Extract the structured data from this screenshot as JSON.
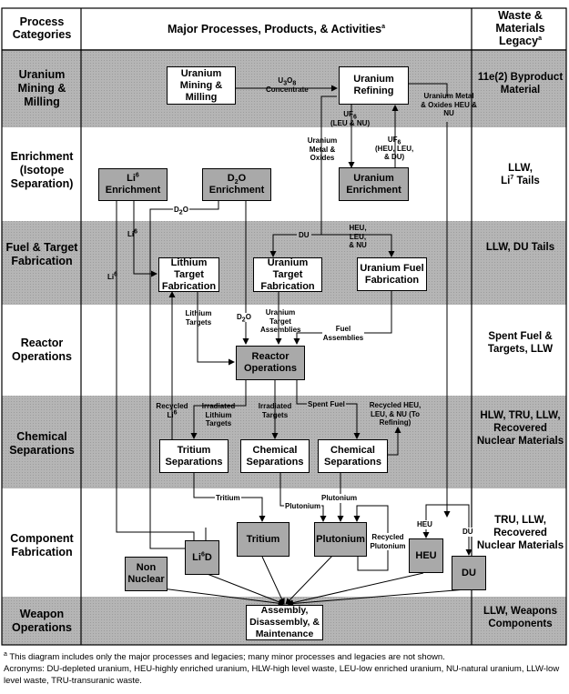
{
  "header": {
    "col1": "Process Categories",
    "col2": "Major Processes, Products,  &  Activities",
    "col2_sup": "a",
    "col3": "Waste & Materials Legacy",
    "col3_sup": "a"
  },
  "colors": {
    "band_gray": "#b3b3b3",
    "box_gray": "#a9a9a9",
    "box_white": "#ffffff",
    "line": "#000000"
  },
  "rows": [
    {
      "category": "Uranium Mining & Milling",
      "legacy": "11e(2) Byproduct Material",
      "shaded": true
    },
    {
      "category": "Enrichment (Isotope Separation)",
      "legacy": "LLW, Li7 Tails",
      "shaded": false
    },
    {
      "category": "Fuel & Target Fabrication",
      "legacy": "LLW, DU Tails",
      "shaded": true
    },
    {
      "category": "Reactor Operations",
      "legacy": "Spent Fuel & Targets, LLW",
      "shaded": false
    },
    {
      "category": "Chemical Separations",
      "legacy": "HLW, TRU, LLW, Recovered Nuclear Materials",
      "shaded": true
    },
    {
      "category": "Component Fabrication",
      "legacy": "TRU, LLW, Recovered Nuclear Materials",
      "shaded": false
    },
    {
      "category": "Weapon Operations",
      "legacy": "LLW, Weapons Components",
      "shaded": true
    }
  ],
  "boxes": {
    "mining": "Uranium Mining & Milling",
    "refining": "Uranium Refining",
    "u_enrich": "Uranium Enrichment",
    "li6_enrich_a": "Li",
    "li6_enrich_sup": "6",
    "li6_enrich_b": "Enrichment",
    "d2o_enrich_a": "D",
    "d2o_enrich_sub": "2",
    "d2o_enrich_b": "O",
    "d2o_enrich_c": "Enrichment",
    "lithium_target": "Lithium Target Fabrication",
    "uranium_target": "Uranium Target Fabrication",
    "uranium_fuel": "Uranium Fuel Fabrication",
    "reactor": "Reactor Operations",
    "tritium_sep": "Tritium Separations",
    "chem_sep_1": "Chemical Separations",
    "chem_sep_2": "Chemical Separations",
    "non_nuclear": "Non Nuclear",
    "li6d_a": "Li",
    "li6d_sup": "6",
    "li6d_b": "D",
    "tritium": "Tritium",
    "plutonium": "Plutonium",
    "heu": "HEU",
    "du": "DU",
    "assembly": "Assembly, Disassembly, & Maintenance"
  },
  "flow_labels": {
    "u3o8_a": "U",
    "u3o8_s1": "3",
    "u3o8_b": "O",
    "u3o8_s2": "8",
    "u3o8_c": "Concentrate",
    "uf6_leu_a": "UF",
    "uf6_leu_sub": "6",
    "uf6_leu_b": "(LEU & NU)",
    "uf6_heu_a": "UF",
    "uf6_heu_sub": "6",
    "uf6_heu_b": "(HEU, LEU,",
    "uf6_heu_c": "& DU)",
    "u_metal_left": "Uranium Metal & Oxides",
    "u_metal_right": "Uranium Metal & Oxides HEU & NU",
    "d2o_top": "D2O",
    "li6_a": "Li6",
    "li6_b": "Li6",
    "du": "DU",
    "heu_leu_nu": "HEU, LEU, & NU",
    "lithium_targets": "Lithium Targets",
    "d2o_mid": "D2O",
    "u_target_assemblies": "Uranium Target Assemblies",
    "fuel_assemblies": "Fuel Assemblies",
    "recycled_li6": "Recycled Li6",
    "irr_lithium": "Irradiated Lithium Targets",
    "irr_targets": "Irradiated Targets",
    "spent_fuel": "Spent Fuel",
    "recycled_heu": "Recycled HEU, LEU, & NU (To Refining)",
    "tritium_flow": "Tritium",
    "plutonium_1": "Plutonium",
    "plutonium_2": "Plutonium",
    "recycled_pu": "Recycled Plutonium",
    "heu_flow": "HEU",
    "du_flow": "DU"
  },
  "footnote": {
    "mark": "a",
    "note": " This diagram includes only the major processes and legacies; many minor processes and legacies are not shown.",
    "acronyms": "Acronyms:  DU-depleted uranium, HEU-highly enriched uranium, HLW-high level waste, LEU-low enriched uranium, NU-natural uranium, LLW-low level waste, TRU-transuranic waste."
  }
}
